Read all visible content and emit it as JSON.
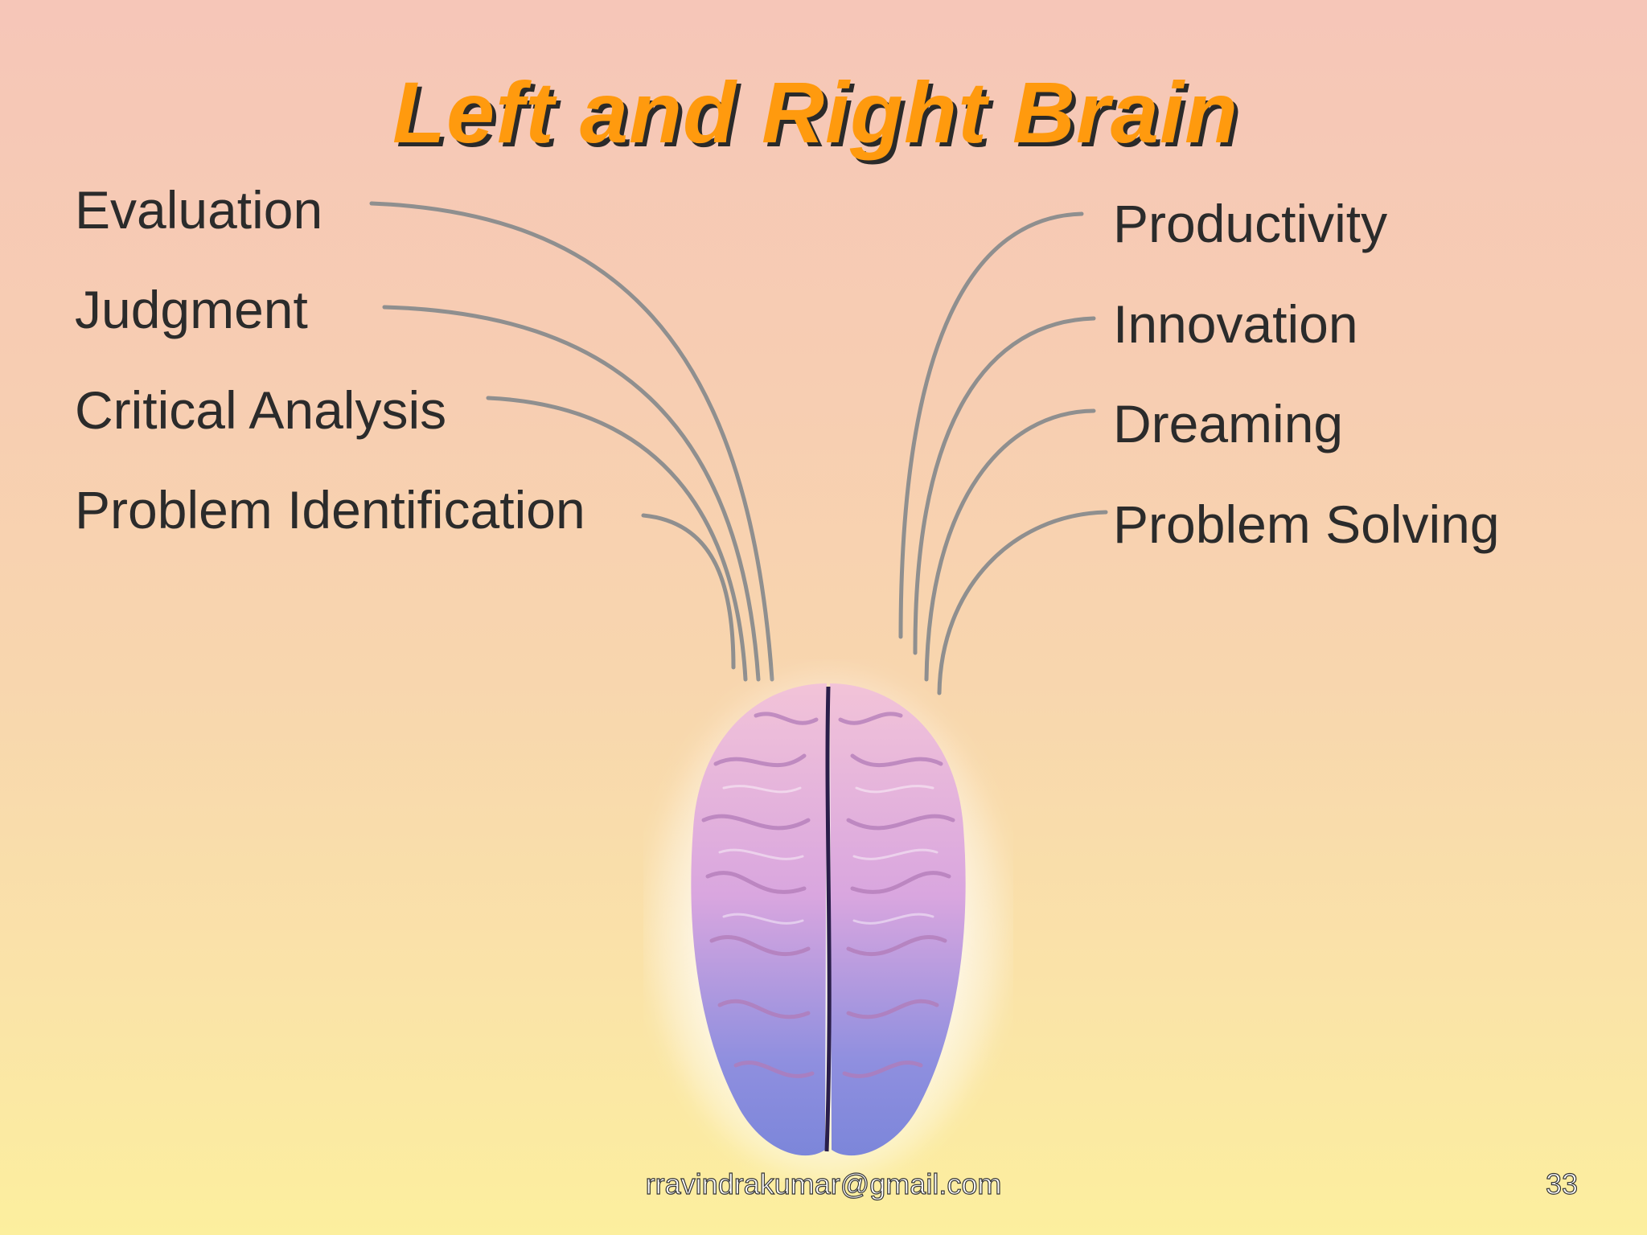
{
  "slide": {
    "title": "Left and Right Brain",
    "left_items": [
      {
        "label": "Evaluation"
      },
      {
        "label": "Judgment"
      },
      {
        "label": "Critical Analysis"
      },
      {
        "label": "Problem Identification"
      }
    ],
    "right_items": [
      {
        "label": "Productivity"
      },
      {
        "label": "Innovation"
      },
      {
        "label": "Dreaming"
      },
      {
        "label": "Problem Solving"
      }
    ],
    "footer_email": "rravindrakumar@gmail.com",
    "page_number": "33"
  },
  "colors": {
    "title": "#ff9a0e",
    "title_shadow": "#2a2a2a",
    "text": "#2b2b2b",
    "connector": "#8f8f8f",
    "background_top": "#f6c6b8",
    "background_bottom": "#fcef9e"
  },
  "icons": {
    "brain": "brain-icon"
  }
}
